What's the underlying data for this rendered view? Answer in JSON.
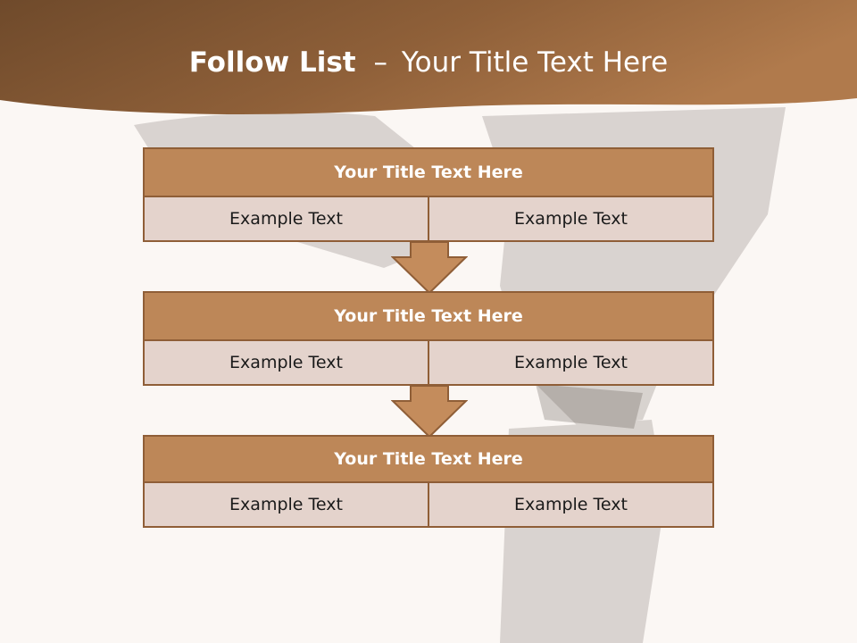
{
  "header": {
    "title_bold": "Follow List",
    "title_dash": "–",
    "title_rest": "Your Title Text Here"
  },
  "blocks": [
    {
      "title": "Your Title Text Here",
      "left": "Example Text",
      "right": "Example Text"
    },
    {
      "title": "Your Title Text Here",
      "left": "Example Text",
      "right": "Example Text"
    },
    {
      "title": "Your Title Text Here",
      "left": "Example Text",
      "right": "Example Text"
    }
  ],
  "colors": {
    "header_dark": "#6f4a2b",
    "header_light": "#b07a4c",
    "title_bar": "#bd8758",
    "cell": "#e4d3cc",
    "border": "#8f5e37",
    "arrow": "#c48c5c"
  }
}
